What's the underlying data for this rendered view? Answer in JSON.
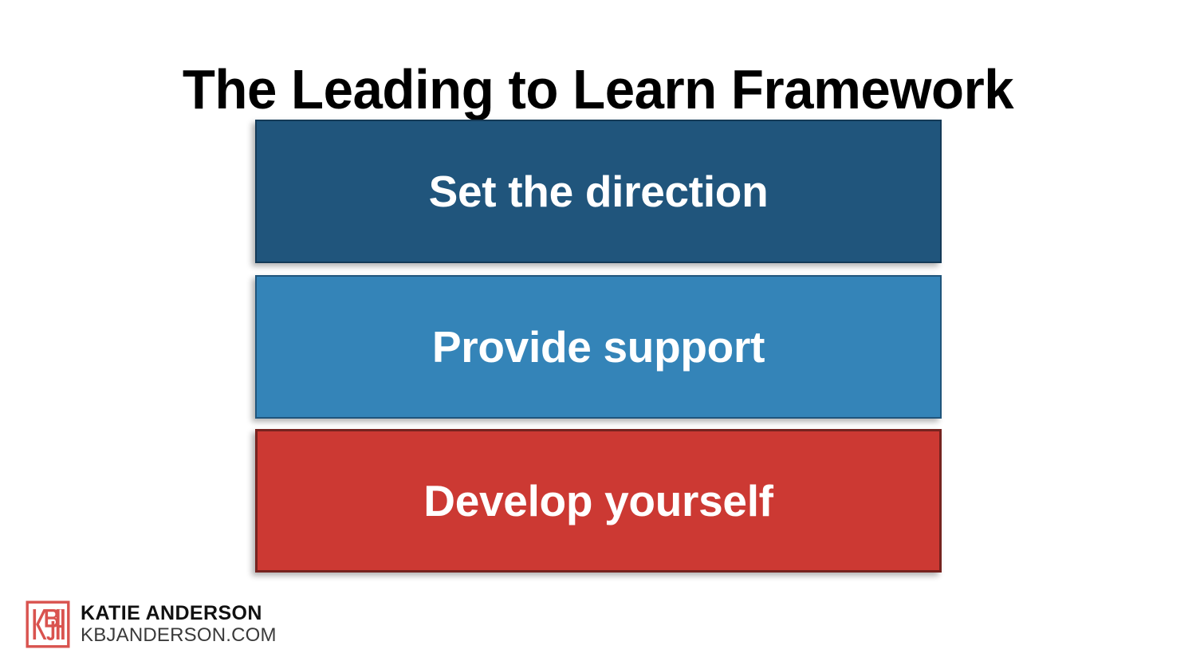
{
  "slide": {
    "title": "The Leading to Learn Framework",
    "background_color": "#FFFFFF"
  },
  "framework": {
    "bars": [
      {
        "label": "Set the direction",
        "fill_color": "#20557C",
        "border_color": "#143A57",
        "text_color": "#FFFFFF"
      },
      {
        "label": "Provide support",
        "fill_color": "#3484B8",
        "border_color": "#20557C",
        "text_color": "#FFFFFF"
      },
      {
        "label": "Develop yourself",
        "fill_color": "#CC3933",
        "border_color": "#76231F",
        "text_color": "#FFFFFF"
      }
    ]
  },
  "logo": {
    "mark_icon": "kbja-monogram-icon",
    "mark_color": "#D9534F",
    "monogram_letters": "KBJA",
    "name": "KATIE ANDERSON",
    "url": "KBJANDERSON.COM"
  }
}
